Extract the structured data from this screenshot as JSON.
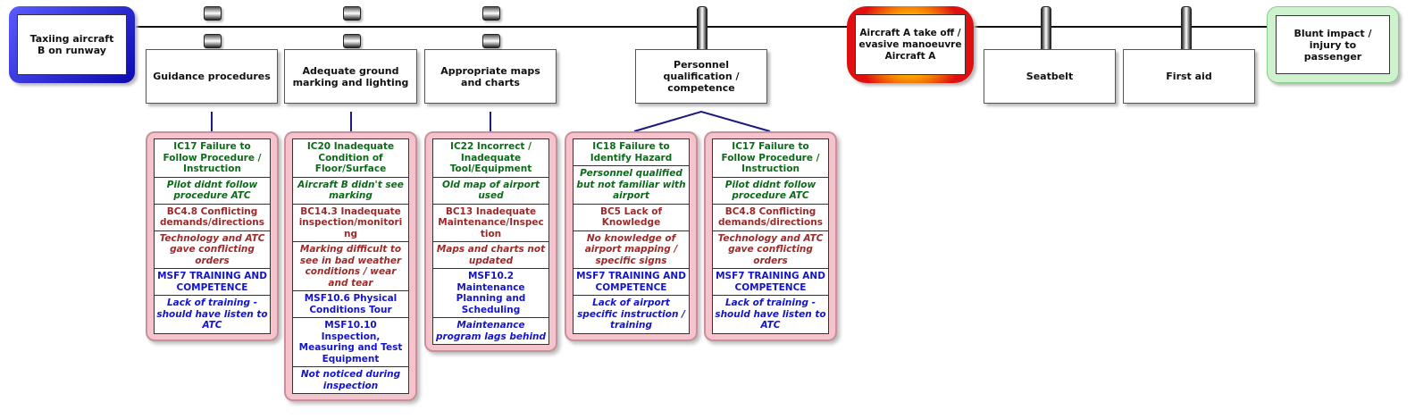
{
  "threat": {
    "label": "Taxiing aircraft B on runway",
    "color": "#1a1ad8"
  },
  "top_event": {
    "label": "Aircraft A take off / evasive manoeuvre Aircraft A",
    "color": "#e01010"
  },
  "consequence": {
    "label": "Blunt impact / injury to passenger",
    "color": "#c8f0c8"
  },
  "prevention_barriers": [
    {
      "label": "Guidance procedures",
      "groups": [
        [
          {
            "type": "ic",
            "text": "IC17 Failure to Follow Procedure / Instruction"
          },
          {
            "type": "ic_desc",
            "text": "Pilot didnt follow procedure ATC"
          },
          {
            "type": "bc",
            "text": "BC4.8 Conflicting demands/directions"
          },
          {
            "type": "bc_desc",
            "text": "Technology and ATC gave conflicting orders"
          },
          {
            "type": "msf",
            "text": "MSF7 TRAINING AND COMPETENCE"
          },
          {
            "type": "msf_desc",
            "text": "Lack of training - should have listen to ATC"
          }
        ]
      ]
    },
    {
      "label": "Adequate ground marking and lighting",
      "groups": [
        [
          {
            "type": "ic",
            "text": "IC20 Inadequate Condition of Floor/Surface"
          },
          {
            "type": "ic_desc",
            "text": "Aircraft B didn't see marking"
          },
          {
            "type": "bc",
            "text": "BC14.3 Inadequate inspection/monitori ng"
          },
          {
            "type": "bc_desc",
            "text": "Marking difficult to see in bad weather conditions / wear and tear"
          },
          {
            "type": "msf",
            "text": "MSF10.6 Physical Conditions Tour"
          },
          {
            "type": "msf",
            "text": "MSF10.10 Inspection, Measuring and Test Equipment"
          },
          {
            "type": "msf_desc",
            "text": "Not noticed during inspection"
          }
        ]
      ]
    },
    {
      "label": "Appropriate maps and charts",
      "groups": [
        [
          {
            "type": "ic",
            "text": "IC22 Incorrect / Inadequate Tool/Equipment"
          },
          {
            "type": "ic_desc",
            "text": "Old map of airport used"
          },
          {
            "type": "bc",
            "text": "BC13 Inadequate Maintenance/Inspec tion"
          },
          {
            "type": "bc_desc",
            "text": "Maps and charts not updated"
          },
          {
            "type": "msf",
            "text": "MSF10.2 Maintenance Planning and Scheduling"
          },
          {
            "type": "msf_desc",
            "text": "Maintenance program lags behind"
          }
        ]
      ]
    },
    {
      "label": "Personnel qualification / competence",
      "groups": [
        [
          {
            "type": "ic",
            "text": "IC18 Failure to Identify Hazard"
          },
          {
            "type": "ic_desc",
            "text": "Personnel qualified but not familiar with airport"
          },
          {
            "type": "bc",
            "text": "BC5 Lack of Knowledge"
          },
          {
            "type": "bc_desc",
            "text": "No knowledge of airport mapping / specific signs"
          },
          {
            "type": "msf",
            "text": "MSF7 TRAINING AND COMPETENCE"
          },
          {
            "type": "msf_desc",
            "text": "Lack of airport specific instruction / training"
          }
        ],
        [
          {
            "type": "ic",
            "text": "IC17 Failure to Follow Procedure / Instruction"
          },
          {
            "type": "ic_desc",
            "text": "Pilot didnt follow procedure ATC"
          },
          {
            "type": "bc",
            "text": "BC4.8 Conflicting demands/directions"
          },
          {
            "type": "bc_desc",
            "text": "Technology and ATC gave conflicting orders"
          },
          {
            "type": "msf",
            "text": "MSF7 TRAINING AND COMPETENCE"
          },
          {
            "type": "msf_desc",
            "text": "Lack of training - should have listen to ATC"
          }
        ]
      ]
    }
  ],
  "mitigation_barriers": [
    {
      "label": "Seatbelt"
    },
    {
      "label": "First aid"
    }
  ]
}
